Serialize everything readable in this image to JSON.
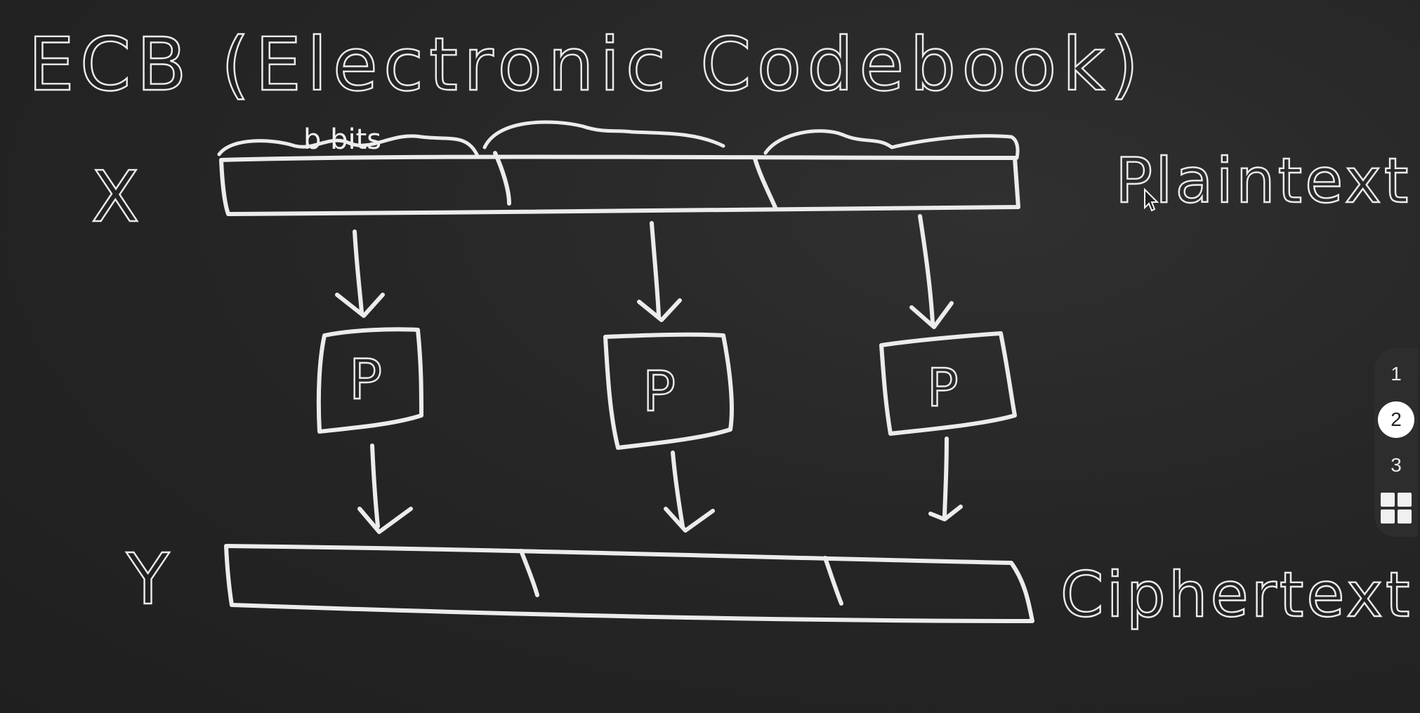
{
  "board": {
    "title": "ECB (Electronic Codebook)",
    "block_size_note": "b bits",
    "plaintext_var": "X",
    "ciphertext_var": "Y",
    "plaintext_label": "Plaintext",
    "ciphertext_label": "Ciphertext",
    "cipher_blocks": [
      {
        "label": "P"
      },
      {
        "label": "P"
      },
      {
        "label": "P"
      }
    ]
  },
  "page_nav": {
    "pages": [
      "1",
      "2",
      "3"
    ],
    "current_page": "2",
    "overview_icon": "grid-icon"
  },
  "colors": {
    "board": "#252525",
    "chalk": "#ececec",
    "active_page_bg": "#ffffff"
  }
}
